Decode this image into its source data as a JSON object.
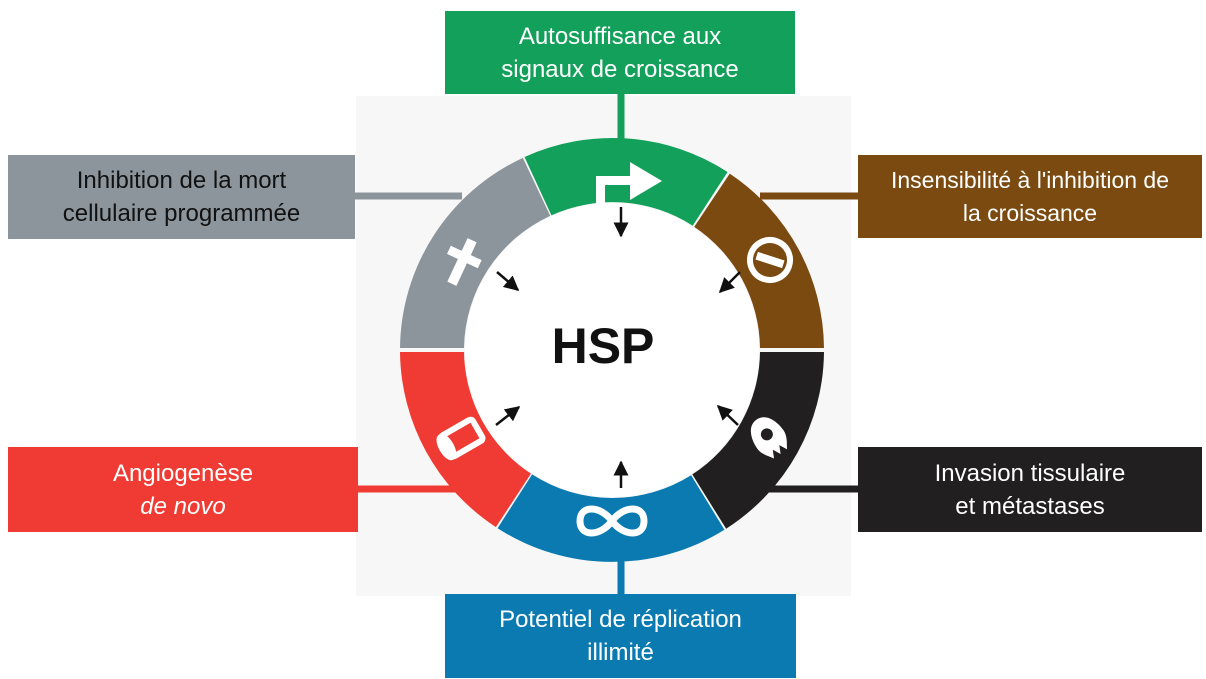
{
  "center": {
    "label": "HSP"
  },
  "hallmarks": {
    "top": {
      "line1": "Autosuffisance aux",
      "line2": "signaux de croissance",
      "color": "#12a05a",
      "icon": "arrow-turn-icon"
    },
    "right_upper": {
      "line1": "Insensibilité à l'inhibition de",
      "line2": "la croissance",
      "color": "#7a4a10",
      "icon": "no-entry-icon"
    },
    "right_lower": {
      "line1": "Invasion tissulaire",
      "line2": "et métastases",
      "color": "#211f20",
      "icon": "cell-spread-icon"
    },
    "bottom": {
      "line1": "Potentiel de réplication",
      "line2": "illimité",
      "color": "#0a7ab0",
      "icon": "infinity-icon"
    },
    "left_lower": {
      "line1": "Angiogenèse",
      "line2": "de novo",
      "color": "#ef3b33",
      "icon": "vessel-icon"
    },
    "left_upper": {
      "line1": "Inhibition de la mort",
      "line2": "cellulaire programmée",
      "color": "#8c959c",
      "icon": "cross-icon"
    }
  }
}
